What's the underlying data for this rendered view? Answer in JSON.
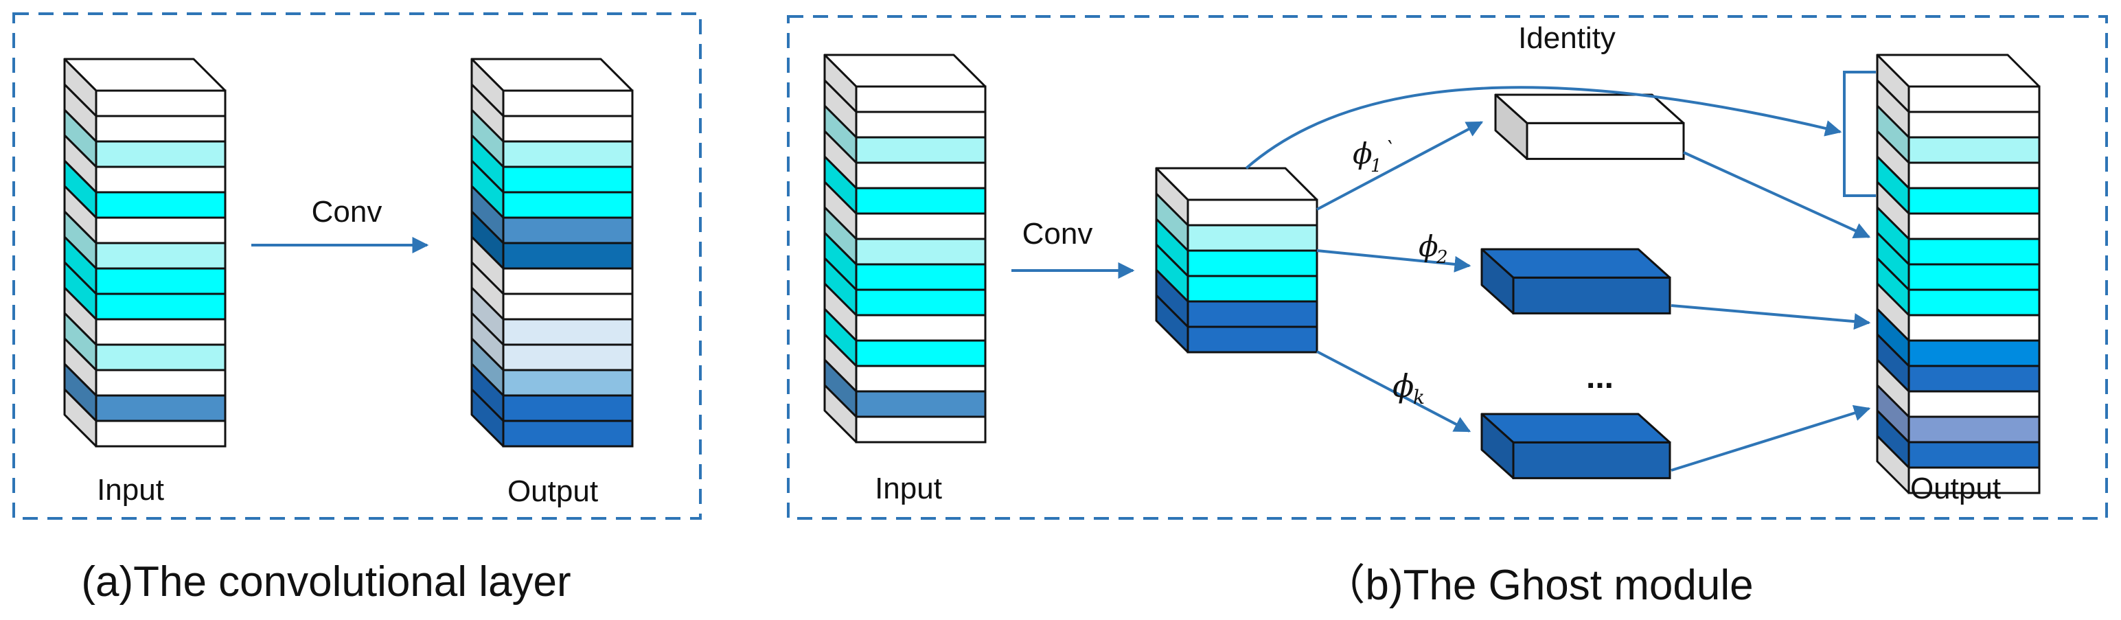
{
  "colors": {
    "white": "#FFFFFF",
    "light_cyan": "#A8F6F6",
    "cyan": "#00FFFF",
    "steel": "#4A8FC8",
    "dark_blue": "#0D6DB0",
    "pale_blue": "#D8E8F5",
    "sky": "#8CC1E3",
    "royal": "#1F6FC5",
    "bright_blue": "#008BE0",
    "lavender": "#7E9BD2",
    "accent": "#2E75B6"
  },
  "panel_a": {
    "caption": "(a)The convolutional layer",
    "input_label": "Input",
    "output_label": "Output",
    "conv_label": "Conv",
    "input_stack": [
      "white",
      "white",
      "light_cyan",
      "white",
      "cyan",
      "white",
      "light_cyan",
      "cyan",
      "cyan",
      "white",
      "light_cyan",
      "white",
      "steel",
      "white"
    ],
    "output_stack": [
      "white",
      "white",
      "light_cyan",
      "cyan",
      "cyan",
      "steel",
      "dark_blue",
      "white",
      "white",
      "pale_blue",
      "pale_blue",
      "sky",
      "royal",
      "royal"
    ]
  },
  "panel_b": {
    "caption": "（b)The Ghost module",
    "input_label": "Input",
    "output_label": "Output",
    "conv_label": "Conv",
    "identity_label": "Identity",
    "ellipsis": "...",
    "phi_1": "ϕ",
    "phi_1_sub": "1",
    "phi_1_mark": "`",
    "phi_2": "ϕ",
    "phi_2_sub": "2",
    "phi_k": "ϕ",
    "phi_k_sub": "k",
    "input_stack": [
      "white",
      "white",
      "light_cyan",
      "white",
      "cyan",
      "white",
      "light_cyan",
      "cyan",
      "cyan",
      "white",
      "cyan",
      "white",
      "steel",
      "white"
    ],
    "intrinsic_stack": [
      "white",
      "light_cyan",
      "cyan",
      "cyan",
      "royal",
      "royal"
    ],
    "ghost_boxes": [
      "white",
      "royal",
      "royal"
    ],
    "output_stack": [
      "white",
      "white",
      "light_cyan",
      "white",
      "cyan",
      "white",
      "cyan",
      "cyan",
      "cyan",
      "white",
      "bright_blue",
      "royal",
      "white",
      "lavender",
      "royal",
      "white"
    ]
  }
}
